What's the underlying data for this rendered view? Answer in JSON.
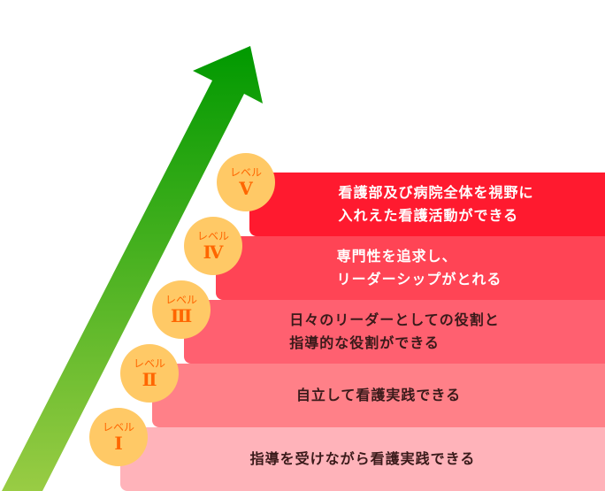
{
  "colors": {
    "arrow_top": "#009900",
    "arrow_bottom": "#99cc44",
    "circle": "#ffc966",
    "circle_text": "#ff6600"
  },
  "levels": [
    {
      "label": "レベル",
      "numeral": "Ⅰ",
      "text": "指導を受けながら看護実践できる",
      "color": "#ffb3ba",
      "text_color": "#3a1a1a"
    },
    {
      "label": "レベル",
      "numeral": "Ⅱ",
      "text": "自立して看護実践できる",
      "color": "#ff8088",
      "text_color": "#3a1a1a"
    },
    {
      "label": "レベル",
      "numeral": "Ⅲ",
      "text": "日々のリーダーとしての役割と\n指導的な役割ができる",
      "color": "#ff6070",
      "text_color": "#3a1a1a"
    },
    {
      "label": "レベル",
      "numeral": "Ⅳ",
      "text": "専門性を追求し、\nリーダーシップがとれる",
      "color": "#ff4455",
      "text_color": "#ffffff"
    },
    {
      "label": "レベル",
      "numeral": "Ⅴ",
      "text": "看護部及び病院全体を視野に\n入れえた看護活動ができる",
      "color": "#ff1a2f",
      "text_color": "#ffffff"
    }
  ]
}
